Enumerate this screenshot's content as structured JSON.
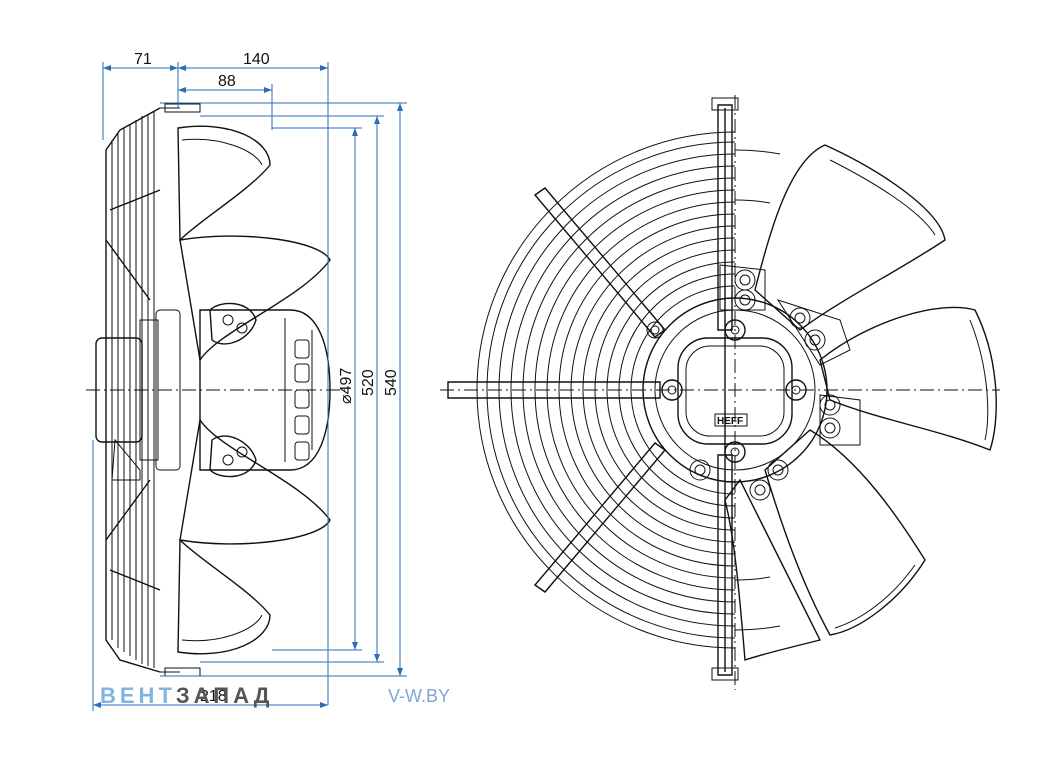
{
  "dimensions": {
    "d71": "71",
    "d140": "140",
    "d88": "88",
    "d497": "⌀497",
    "d520": "520",
    "d540": "540",
    "d218": "218"
  },
  "logo_plate": "HEFF",
  "watermark": {
    "part1": "ВЕНТ",
    "part2": "ЗАПАД",
    "url": "V-W.BY"
  }
}
